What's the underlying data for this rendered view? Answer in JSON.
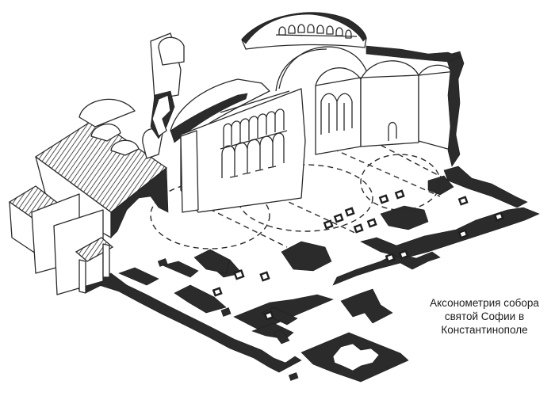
{
  "figure": {
    "title": "Axonometric drawing of Hagia Sophia",
    "caption_lines": [
      "Аксонометрия собора",
      "святой Софии в",
      "Константинополе"
    ]
  },
  "colors": {
    "ink": "#2a2a2a",
    "paper": "#ffffff"
  }
}
